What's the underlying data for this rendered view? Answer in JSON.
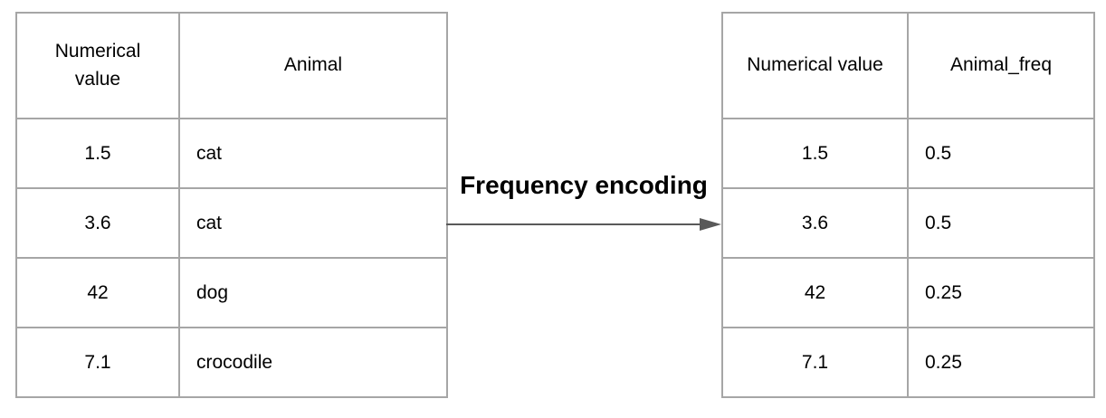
{
  "diagram": {
    "arrow_label": "Frequency encoding",
    "colors": {
      "border": "#a6a6a6",
      "arrow": "#595959",
      "text": "#000000",
      "background": "#ffffff"
    }
  },
  "left_table": {
    "headers": [
      "Numerical value",
      "Animal"
    ],
    "rows": [
      [
        "1.5",
        "cat"
      ],
      [
        "3.6",
        "cat"
      ],
      [
        "42",
        "dog"
      ],
      [
        "7.1",
        "crocodile"
      ]
    ]
  },
  "right_table": {
    "headers": [
      "Numerical value",
      "Animal_freq"
    ],
    "rows": [
      [
        "1.5",
        "0.5"
      ],
      [
        "3.6",
        "0.5"
      ],
      [
        "42",
        "0.25"
      ],
      [
        "7.1",
        "0.25"
      ]
    ]
  }
}
